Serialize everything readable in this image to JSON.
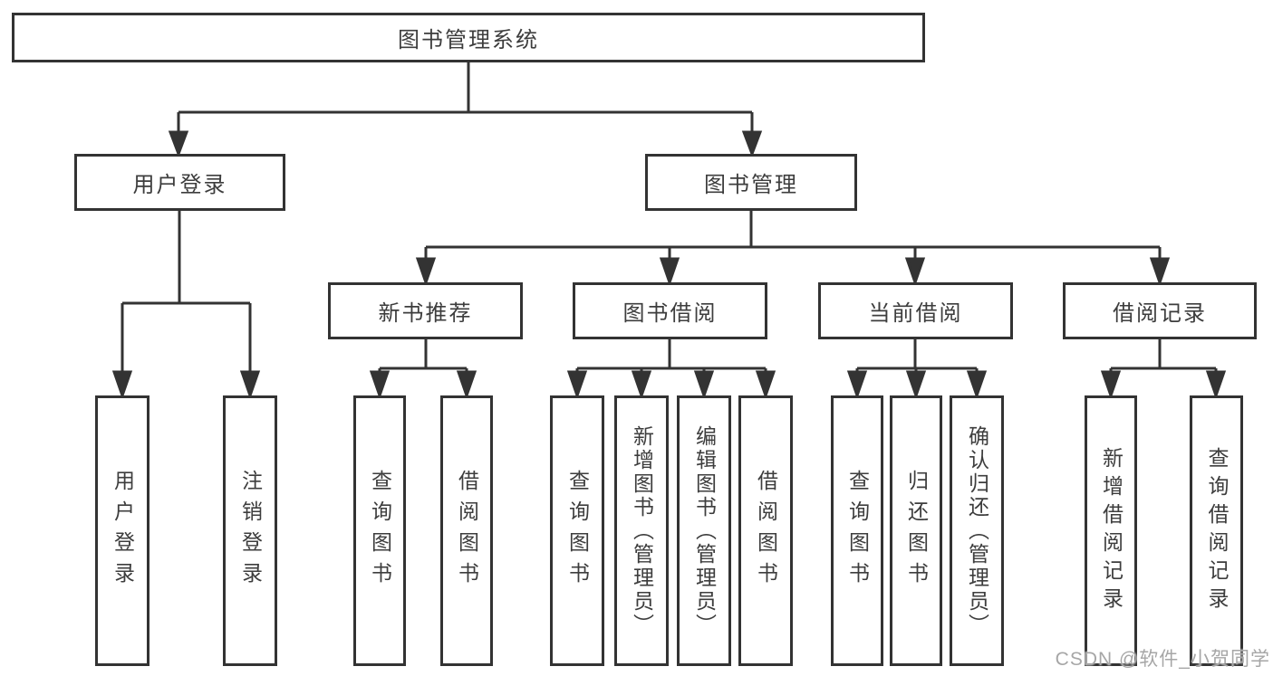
{
  "diagram": {
    "root": {
      "label": "图书管理系统"
    },
    "branches": [
      {
        "label": "用户登录",
        "children": [
          {
            "label": "用户登录"
          },
          {
            "label": "注销登录"
          }
        ]
      },
      {
        "label": "图书管理",
        "children": [
          {
            "label": "新书推荐",
            "children": [
              {
                "label": "查询图书"
              },
              {
                "label": "借阅图书"
              }
            ]
          },
          {
            "label": "图书借阅",
            "children": [
              {
                "label": "查询图书"
              },
              {
                "label": "新增图书（管理员）"
              },
              {
                "label": "编辑图书（管理员）"
              },
              {
                "label": "借阅图书"
              }
            ]
          },
          {
            "label": "当前借阅",
            "children": [
              {
                "label": "查询图书"
              },
              {
                "label": "归还图书"
              },
              {
                "label": "确认归还（管理员）"
              }
            ]
          },
          {
            "label": "借阅记录",
            "children": [
              {
                "label": "新增借阅记录"
              },
              {
                "label": "查询借阅记录"
              }
            ]
          }
        ]
      }
    ]
  },
  "watermark": {
    "text": "CSDN @软件_小贺同学"
  },
  "colors": {
    "line": "#333333",
    "text": "#3d3d3d",
    "background": "#ffffff",
    "watermark": "#a6a6a6"
  }
}
